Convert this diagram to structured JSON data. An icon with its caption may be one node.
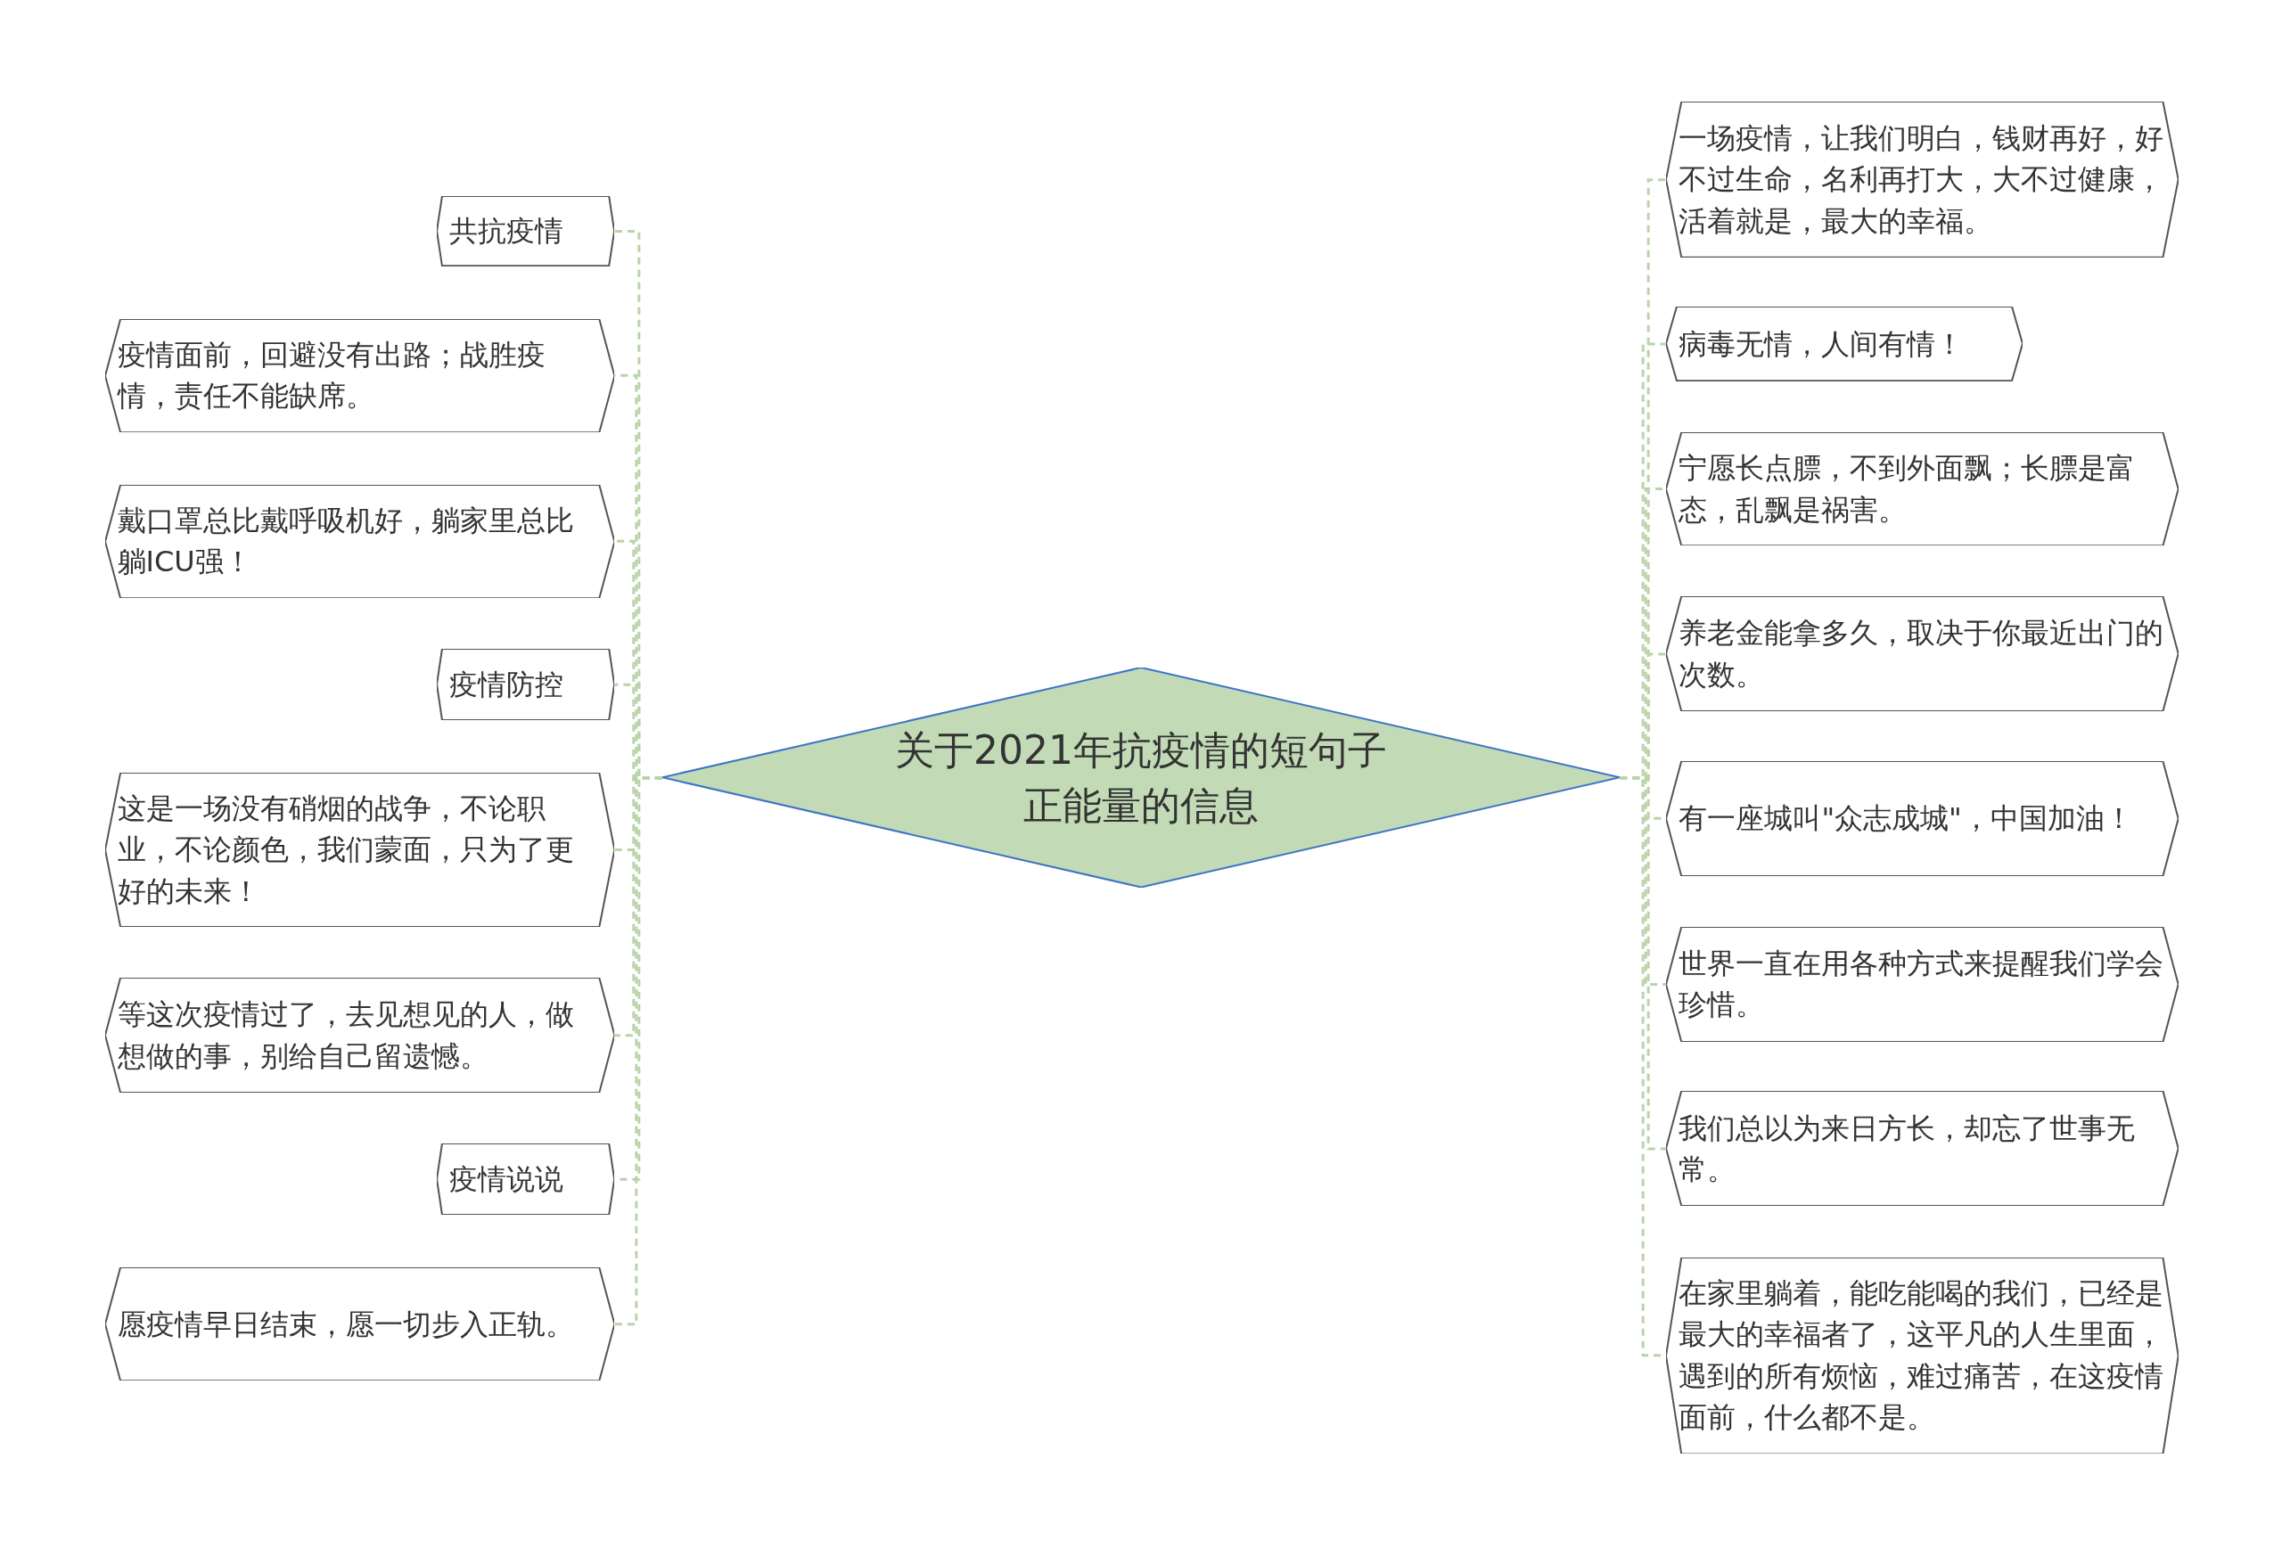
{
  "diagram": {
    "nodes": [
      {
        "text": [
          "关于2021年抗疫情的短句子正能量的信息"
        ]
      },
      {
        "text": [
          "共抗疫情"
        ]
      },
      {
        "text": [
          "疫情面前，回避没有出路；战胜疫情，责任不能缺席。"
        ]
      },
      {
        "text": [
          "戴口罩总比戴呼吸机好，躺家里总比躺ICU强！"
        ]
      },
      {
        "text": [
          "疫情防控"
        ]
      },
      {
        "text": [
          "这是一场没有硝烟的战争，不论职业，不论颜色，我们蒙面，只为了更好的未来！"
        ]
      },
      {
        "text": [
          "等这次疫情过了，去见想见的人，做想做的事，别给自己留遗憾。"
        ]
      },
      {
        "text": [
          "疫情说说"
        ]
      },
      {
        "text": [
          "愿疫情早日结束，愿一切步入正轨。"
        ]
      },
      {
        "text": [
          "一场疫情，让我们明白，钱财再好，好不过生命，名利再打大，大不过健康，活着就是，最大的幸福。"
        ]
      },
      {
        "text": [
          "病毒无情，人间有情！"
        ]
      },
      {
        "text": [
          "宁愿长点膘，不到外面飘；长膘是富态，乱飘是祸害。"
        ]
      },
      {
        "text": [
          "养老金能拿多久，取决于你最近出门的次数。"
        ]
      },
      {
        "text": [
          "有一座城叫\"众志成城\"，中国加油！"
        ]
      },
      {
        "text": [
          "世界一直在用各种方式来提醒我们学会珍惜。"
        ]
      },
      {
        "text": [
          "我们总以为来日方长，却忘了世事无常。"
        ]
      },
      {
        "text": [
          "在家里躺着，能吃能喝的我们，已经是最大的幸福者了，这平凡的人生里面，遇到的所有烦恼，难过痛苦，在这疫情面前，什么都不是。"
        ]
      }
    ],
    "edges": [
      {
        "from": 0,
        "to": 1,
        "arrow": "none",
        "style": "dashed",
        "color": "#b9d4a9"
      },
      {
        "from": 0,
        "to": 2,
        "arrow": "none",
        "style": "dashed",
        "color": "#b9d4a9"
      },
      {
        "from": 0,
        "to": 3,
        "arrow": "none",
        "style": "dashed",
        "color": "#b9d4a9"
      },
      {
        "from": 0,
        "to": 4,
        "arrow": "none",
        "style": "dashed",
        "color": "#b9d4a9"
      },
      {
        "from": 0,
        "to": 5,
        "arrow": "none",
        "style": "dashed",
        "color": "#b9d4a9"
      },
      {
        "from": 0,
        "to": 6,
        "arrow": "none",
        "style": "dashed",
        "color": "#b9d4a9"
      },
      {
        "from": 0,
        "to": 7,
        "arrow": "none",
        "style": "dashed",
        "color": "#b9d4a9"
      },
      {
        "from": 0,
        "to": 8,
        "arrow": "none",
        "style": "dashed",
        "color": "#b9d4a9"
      },
      {
        "from": 0,
        "to": 9,
        "arrow": "none",
        "style": "dashed",
        "color": "#b9d4a9"
      },
      {
        "from": 0,
        "to": 10,
        "arrow": "none",
        "style": "dashed",
        "color": "#b9d4a9"
      },
      {
        "from": 0,
        "to": 11,
        "arrow": "none",
        "style": "dashed",
        "color": "#b9d4a9"
      },
      {
        "from": 0,
        "to": 12,
        "arrow": "none",
        "style": "dashed",
        "color": "#b9d4a9"
      },
      {
        "from": 0,
        "to": 13,
        "arrow": "none",
        "style": "dashed",
        "color": "#b9d4a9"
      },
      {
        "from": 0,
        "to": 14,
        "arrow": "none",
        "style": "dashed",
        "color": "#b9d4a9"
      },
      {
        "from": 0,
        "to": 15,
        "arrow": "none",
        "style": "dashed",
        "color": "#b9d4a9"
      },
      {
        "from": 0,
        "to": 16,
        "arrow": "none",
        "style": "dashed",
        "color": "#b9d4a9"
      }
    ]
  }
}
